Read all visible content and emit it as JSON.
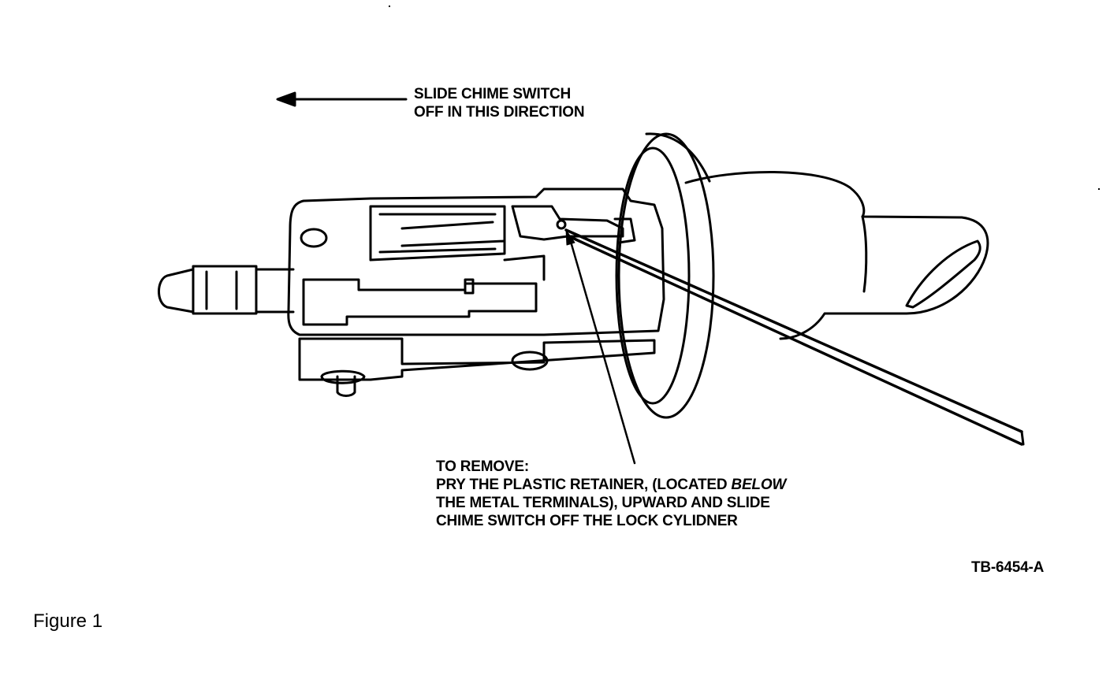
{
  "slide_callout": {
    "line1": "SLIDE CHIME SWITCH",
    "line2": "OFF IN THIS DIRECTION"
  },
  "remove_callout": {
    "line1": "TO REMOVE:",
    "line2_pre": "PRY THE PLASTIC RETAINER, (LOCATED ",
    "line2_emphasis": "BELOW",
    "line3": "THE METAL TERMINALS), UPWARD AND SLIDE",
    "line4": "CHIME SWITCH OFF THE LOCK CYLIDNER"
  },
  "figure_code": "TB-6454-A",
  "figure_label": "Figure 1",
  "colors": {
    "ink": "#000000",
    "paper": "#ffffff"
  }
}
